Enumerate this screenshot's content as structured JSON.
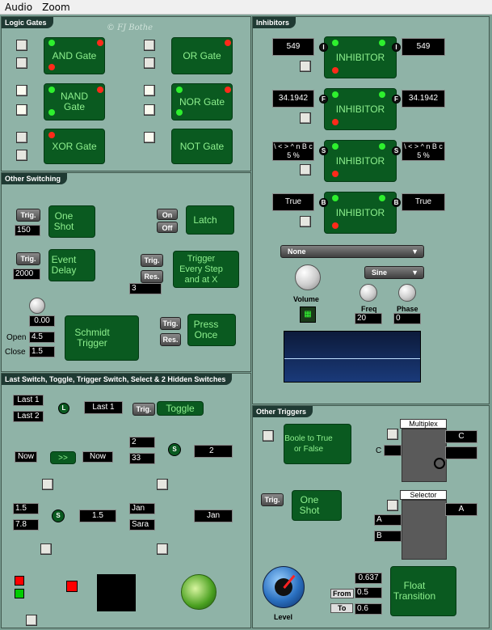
{
  "menu": {
    "audio": "Audio",
    "zoom": "Zoom"
  },
  "signature": "© FJ Bothe",
  "panels": {
    "logic": "Logic Gates",
    "inhibitors": "Inhibitors",
    "switching": "Other Switching",
    "last": "Last Switch, Toggle, Trigger Switch, Select & 2 Hidden Switches",
    "triggers": "Other Triggers"
  },
  "gates": {
    "and": "AND Gate",
    "or": "OR Gate",
    "nand": "NAND Gate",
    "nor": "NOR Gate",
    "xor": "XOR Gate",
    "not": "NOT Gate"
  },
  "inhibitor": {
    "label": "INHIBITOR",
    "rows": [
      {
        "in": "549",
        "out": "549",
        "type": "I"
      },
      {
        "in": "34.1942",
        "out": "34.1942",
        "type": "F"
      },
      {
        "in": "\\ < > ^ n B c 5 %",
        "out": "\\ < > ^ n B c 5 %",
        "type": "S"
      },
      {
        "in": "True",
        "out": "True",
        "type": "B"
      }
    ]
  },
  "audio": {
    "dropdown1": "None",
    "dropdown2": "Sine",
    "volume": "Volume",
    "freq": "Freq",
    "freq_val": "20",
    "phase": "Phase",
    "phase_val": "0"
  },
  "switching": {
    "one_shot": "One Shot",
    "one_shot_val": "150",
    "event_delay": "Event Delay",
    "event_delay_val": "2000",
    "latch": "Latch",
    "on": "On",
    "off": "Off",
    "trigger_every": "Trigger Every Step and at X",
    "trigger_every_val": "3",
    "trig": "Trig.",
    "res": "Res.",
    "schmidt": "Schmidt Trigger",
    "schmidt_val": "0.00",
    "open": "Open",
    "open_val": "4.5",
    "close": "Close",
    "close_val": "1.5",
    "press_once": "Press Once"
  },
  "last": {
    "last1": "Last 1",
    "last2": "Last 2",
    "out1": "Last 1",
    "toggle": "Toggle",
    "now": "Now",
    "arrow": ">>",
    "now_out": "Now",
    "n2": "2",
    "n33": "33",
    "out2": "2",
    "f15": "1.5",
    "f78": "7.8",
    "fout": "1.5",
    "jan": "Jan",
    "sara": "Sara",
    "jan_out": "Jan"
  },
  "triggers": {
    "boole": "Boole to True or False",
    "one_shot": "One Shot",
    "multiplex": "Multiplex",
    "c": "C",
    "mout": "C",
    "selector": "Selector",
    "a": "A",
    "b": "B",
    "sout": "A",
    "level": "Level",
    "float_trans": "Float Transition",
    "ft_val": "0.637",
    "from": "From",
    "from_val": "0.5",
    "to": "To",
    "to_val": "0.6"
  }
}
